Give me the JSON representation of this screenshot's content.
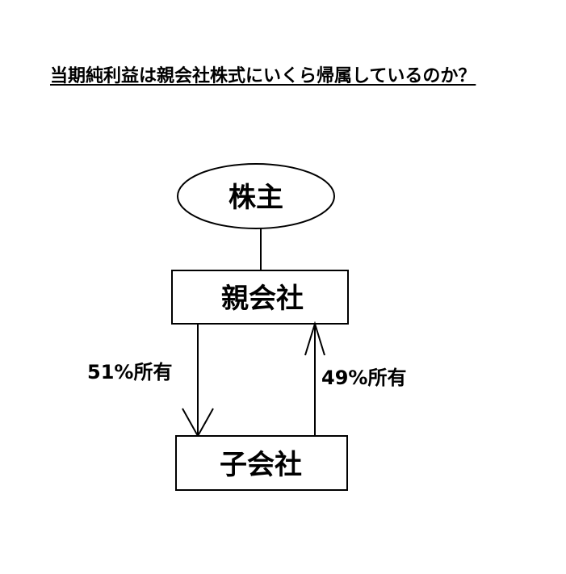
{
  "title": "当期純利益は親会社株式にいくら帰属しているのか？",
  "nodes": {
    "shareholders": "株主",
    "parent": "親会社",
    "subsidiary": "子会社"
  },
  "edges": {
    "parent_to_subsidiary": "51%所有",
    "subsidiary_to_parent": "49%所有"
  },
  "colors": {
    "stroke": "#000000",
    "background": "#ffffff"
  }
}
